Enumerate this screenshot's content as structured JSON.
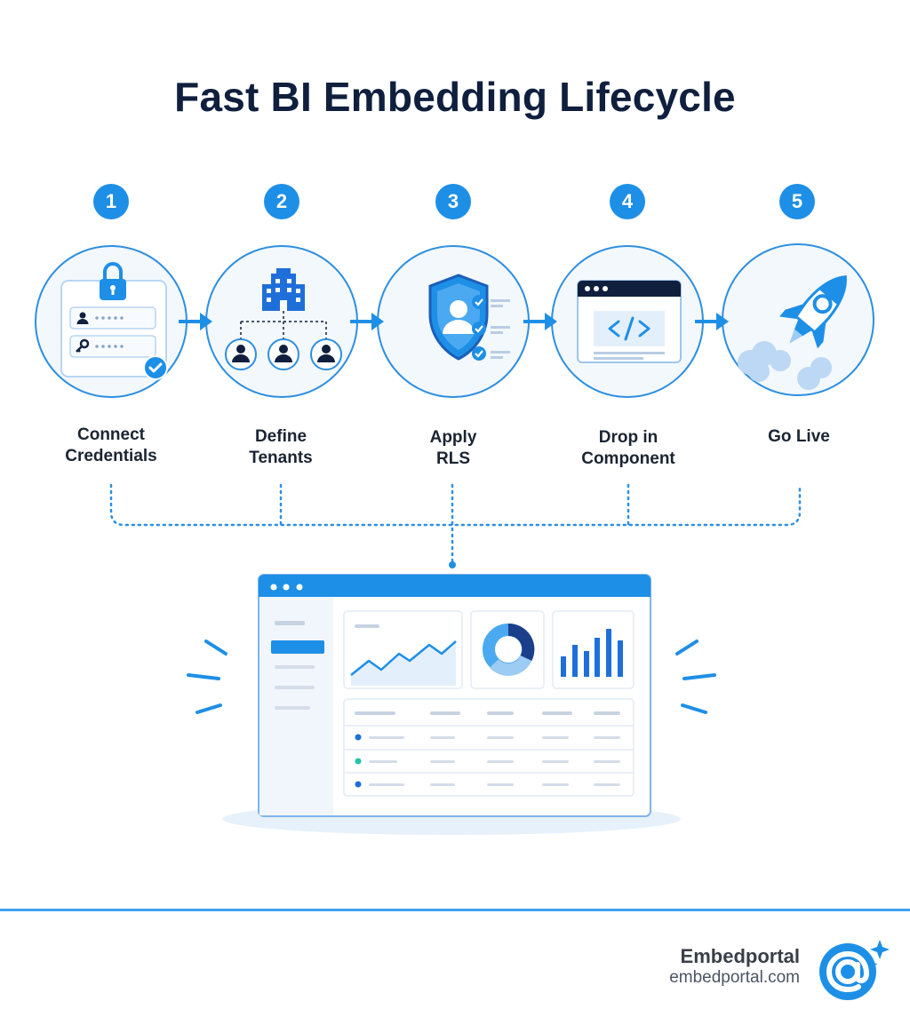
{
  "title": "Fast BI Embedding Lifecycle",
  "steps": [
    {
      "number": "1",
      "label_line1": "Connect",
      "label_line2": "Credentials",
      "icon": "login-form-icon"
    },
    {
      "number": "2",
      "label_line1": "Define",
      "label_line2": "Tenants",
      "icon": "tenant-hierarchy-icon"
    },
    {
      "number": "3",
      "label_line1": "Apply",
      "label_line2": "RLS",
      "icon": "shield-checklist-icon"
    },
    {
      "number": "4",
      "label_line1": "Drop in",
      "label_line2": "Component",
      "icon": "code-window-icon"
    },
    {
      "number": "5",
      "label_line1": "Go Live",
      "label_line2": "",
      "icon": "rocket-icon"
    }
  ],
  "dashboard": {
    "icon": "dashboard-preview-icon"
  },
  "brand": {
    "name": "Embedportal",
    "url": "embedportal.com",
    "icon": "at-sign-logo-icon"
  },
  "colors": {
    "primary": "#1e8fe6",
    "dark": "#0f1f3d",
    "accent_light": "#9ccbf3",
    "navy": "#1b3f8a",
    "teal": "#22c3a6"
  }
}
